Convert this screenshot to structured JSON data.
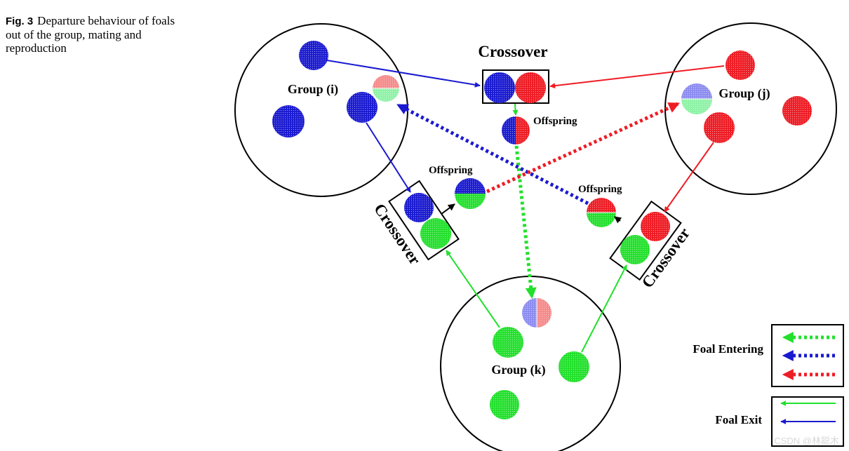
{
  "caption": {
    "label": "Fig. 3",
    "text": "Departure behaviour of foals out of the group, mating and reproduction"
  },
  "groups": {
    "i": "Group (i)",
    "j": "Group (j)",
    "k": "Group (k)"
  },
  "crossover_label": "Crossover",
  "offspring_label": "Offspring",
  "legend": {
    "entering": "Foal Entering",
    "exit": "Foal Exit"
  },
  "colors": {
    "blue": "#1a1ad0",
    "red": "#ee1c24",
    "green": "#22e02c",
    "light_blue": "#8c8cf0",
    "light_red": "#f58a8a",
    "light_green": "#8ef2a6"
  },
  "watermark": "CSDN @林聪木"
}
